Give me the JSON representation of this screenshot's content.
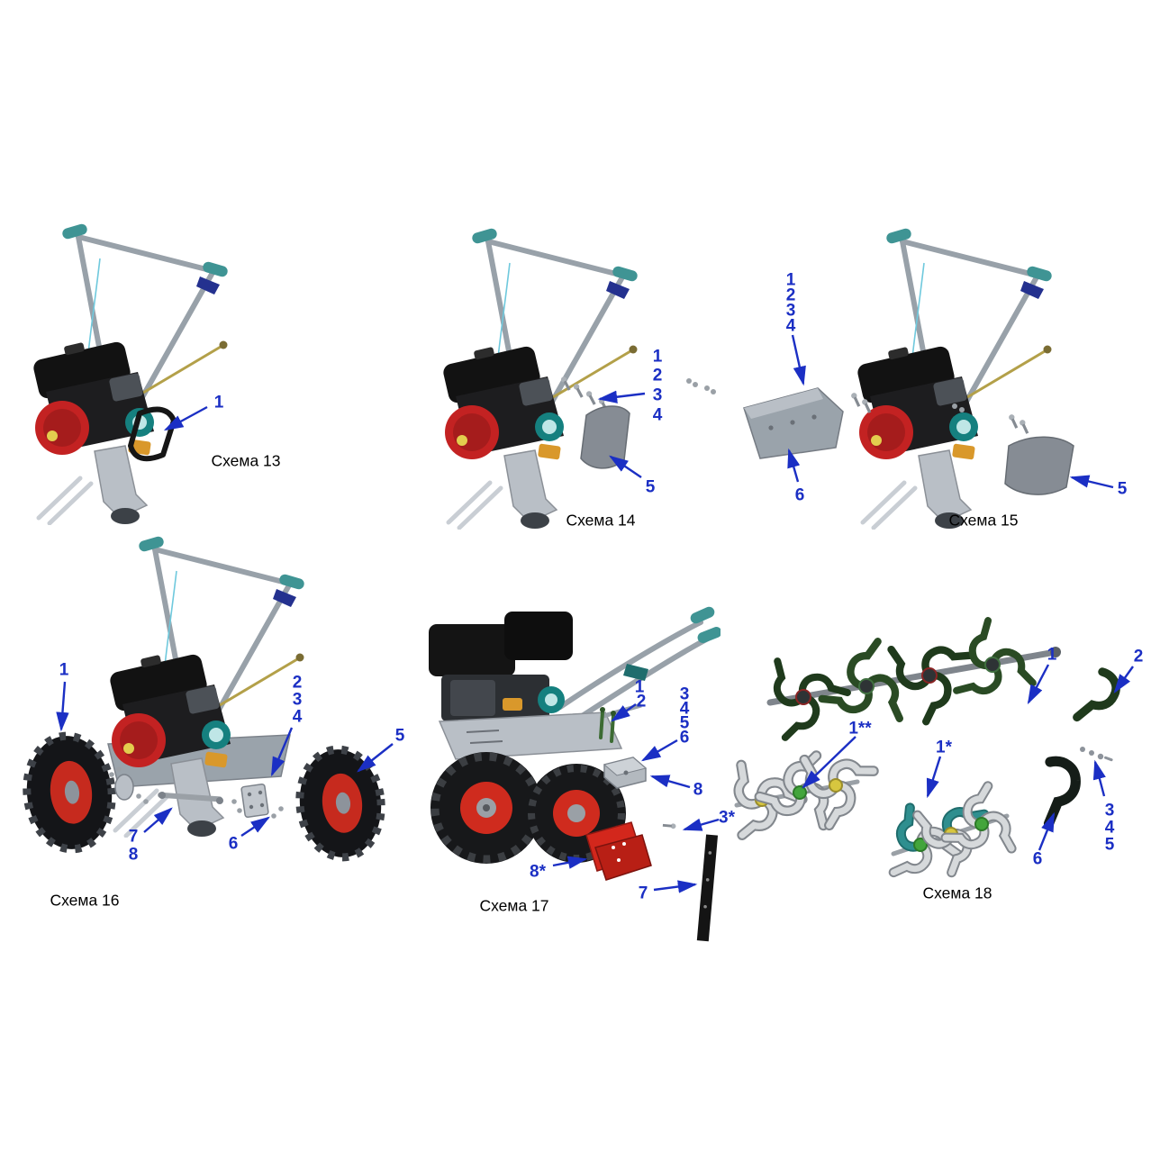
{
  "figure": {
    "type": "exploded-parts-diagram",
    "background": "#ffffff"
  },
  "colors": {
    "callout_blue": "#1b2fc4",
    "label_black": "#000000",
    "machine_red": "#c32222",
    "hub_red": "#cf2b1e",
    "grip_teal": "#3f9494",
    "frame_gray": "#98a1a9",
    "part_gray": "#868c94",
    "tiller_dark_green": "#1f3a1c",
    "tiller_light_gray": "#d6d9db",
    "cover_red": "#d3271c"
  },
  "schemes": {
    "s13": {
      "label": "Схема 13",
      "callouts": {
        "c1": "1"
      }
    },
    "s14": {
      "label": "Схема 14",
      "callouts": {
        "c1": "1",
        "c2": "2",
        "c3": "3",
        "c4": "4",
        "c5": "5"
      }
    },
    "s15": {
      "label": "Схема 15",
      "callouts": {
        "c1": "1",
        "c2": "2",
        "c3": "3",
        "c4": "4",
        "c5": "5",
        "c6": "6"
      }
    },
    "s16": {
      "label": "Схема 16",
      "callouts": {
        "c1": "1",
        "c2": "2",
        "c3": "3",
        "c4": "4",
        "c5": "5",
        "c6": "6",
        "c7": "7",
        "c8": "8"
      }
    },
    "s17": {
      "label": "Схема 17",
      "callouts": {
        "c1": "1",
        "c2": "2",
        "c3": "3",
        "c4": "4",
        "c5": "5",
        "c6": "6",
        "c7": "7",
        "c8": "8",
        "c3s": "3*",
        "c8s": "8*"
      }
    },
    "s18": {
      "label": "Схема 18",
      "callouts": {
        "c1": "1",
        "c2": "2",
        "c3": "3",
        "c4": "4",
        "c5": "5",
        "c6": "6",
        "c1s": "1*",
        "c1ss": "1**"
      }
    }
  }
}
